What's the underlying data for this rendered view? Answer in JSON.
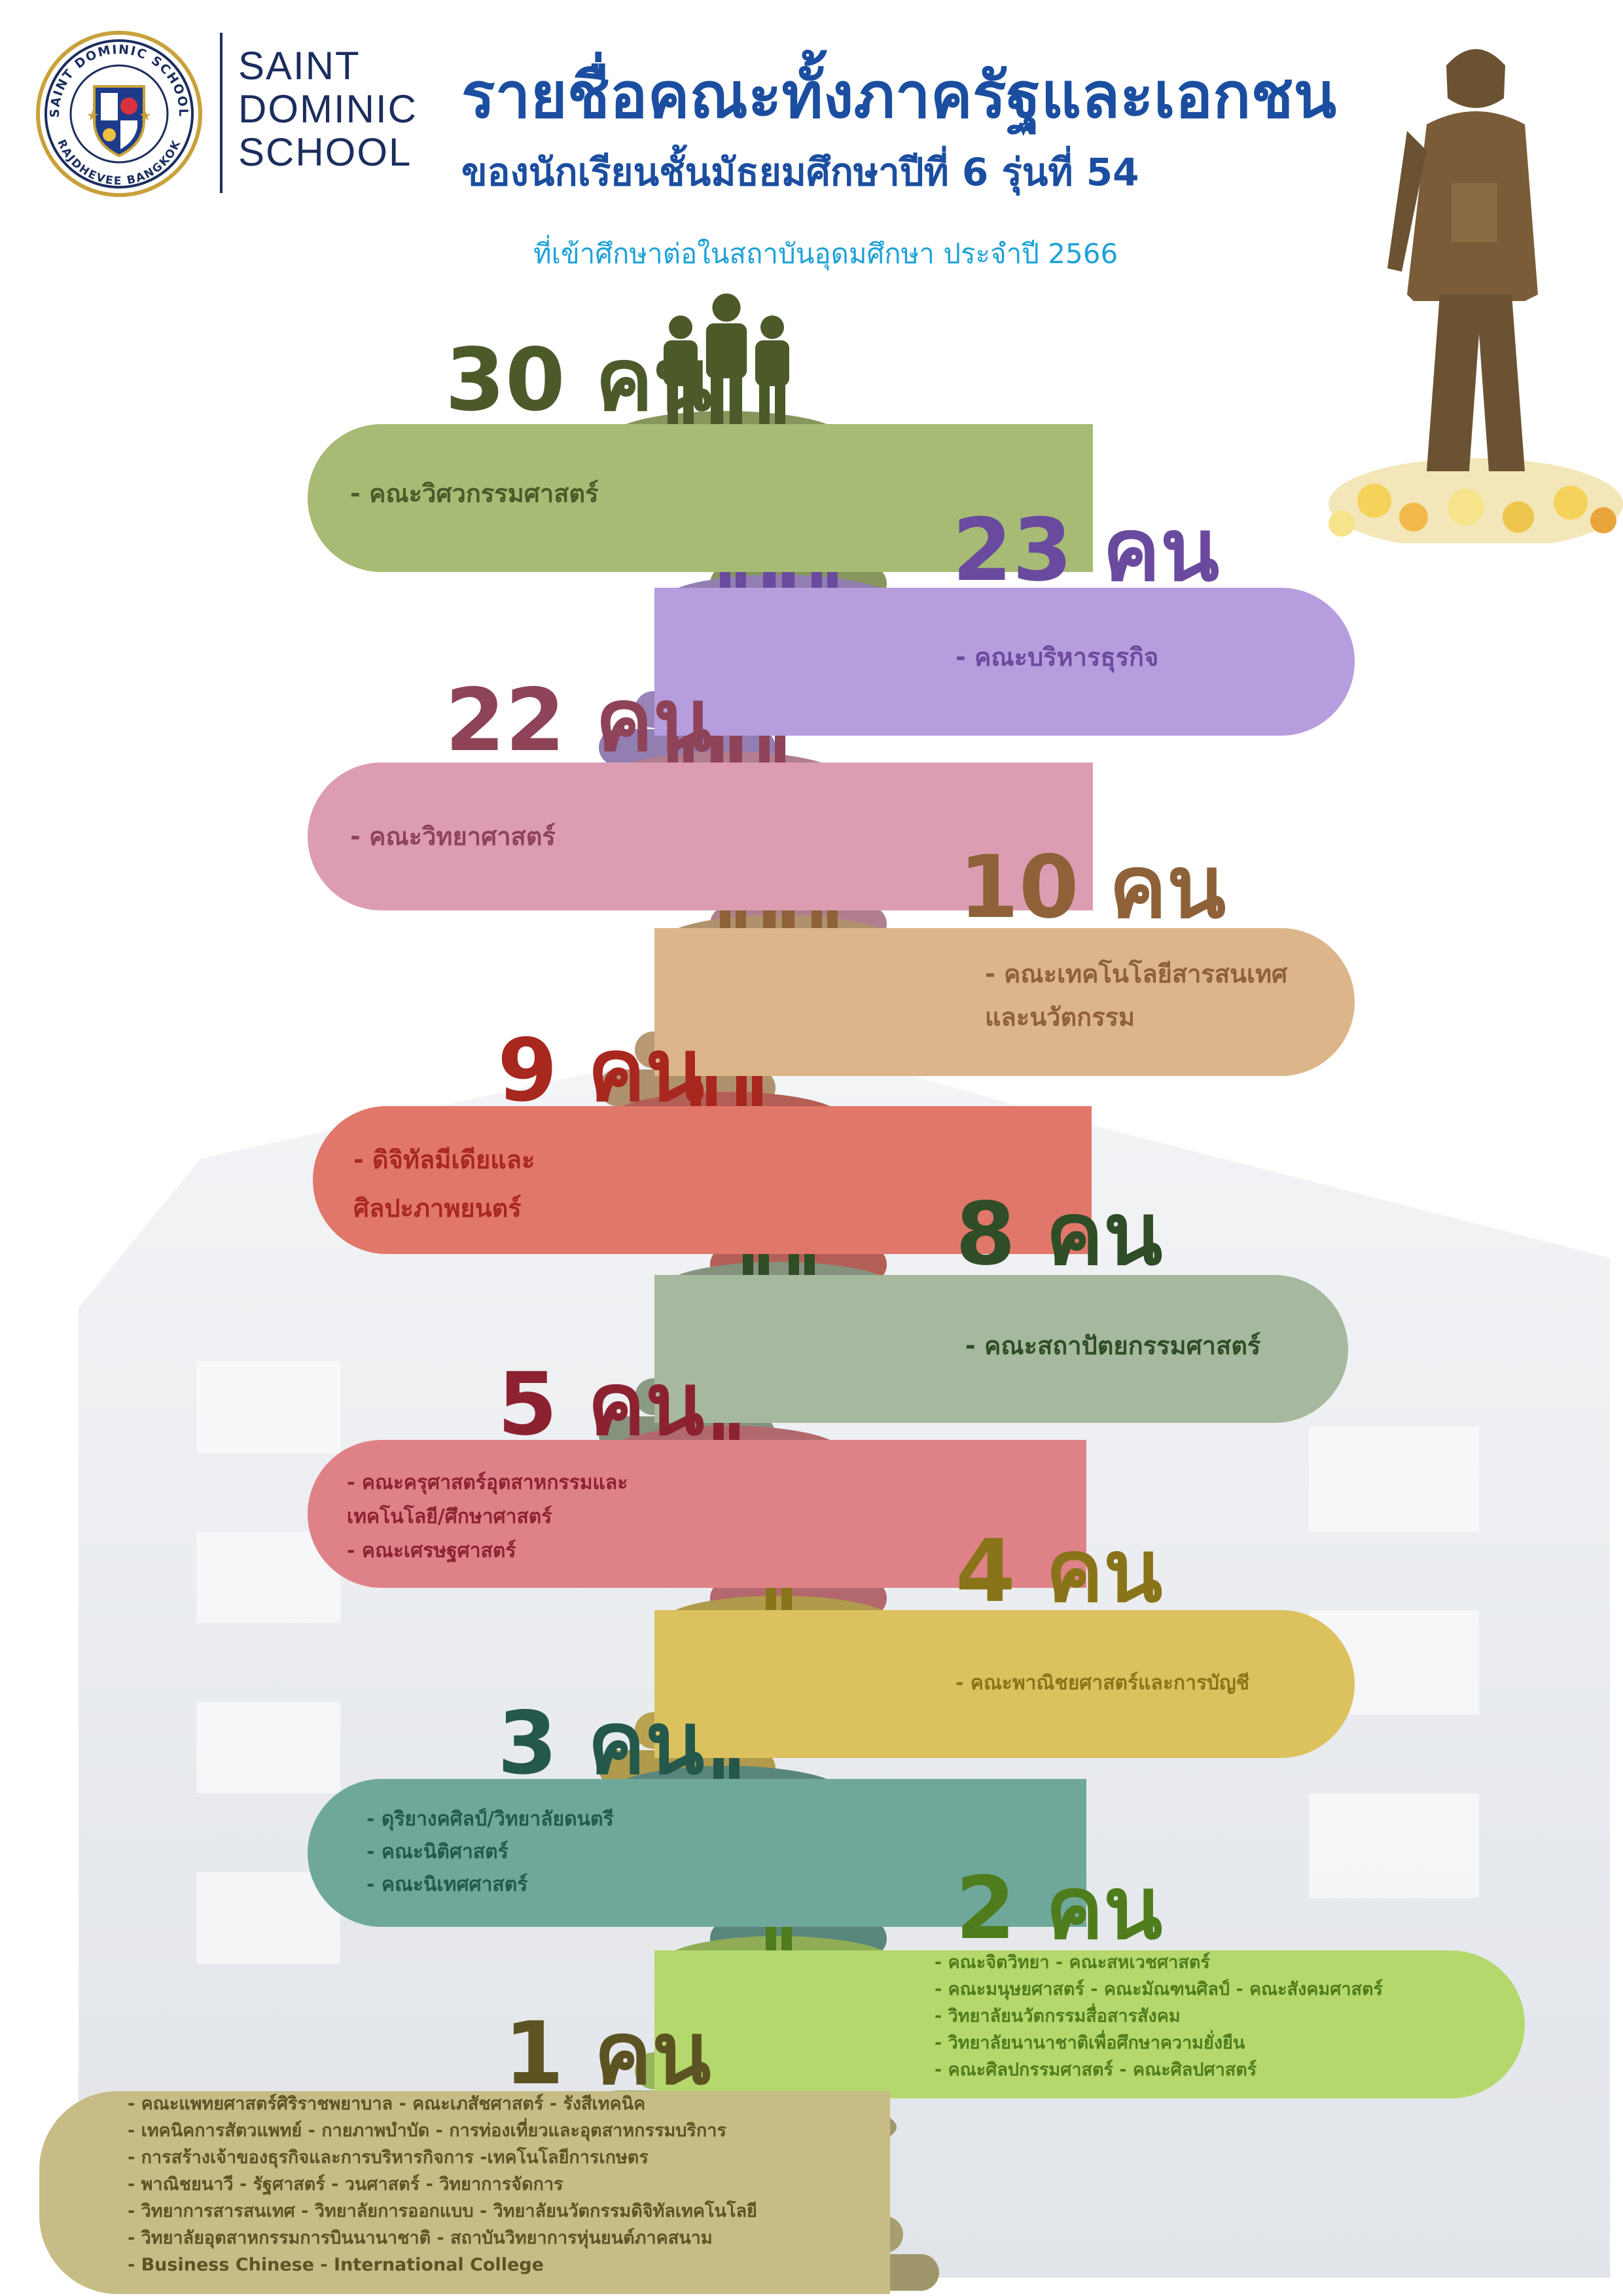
{
  "header": {
    "school_name_lines": [
      "SAINT",
      "DOMINIC",
      "SCHOOL"
    ],
    "logo_ring_top": "SAINT DOMINIC SCHOOL",
    "logo_ring_bottom": "RAJDHEVEE BANGKOK",
    "title_main": "รายชื่อคณะทั้งภาครัฐและเอกชน",
    "title_sub": "ของนักเรียนชั้นมัธยมศึกษาปีที่ 6 รุ่นที่ 54",
    "title_note": "ที่เข้าศึกษาต่อในสถาบันอุดมศึกษา ประจำปี 2566"
  },
  "colors": {
    "navy": "#1c2d5e",
    "title_blue": "#1b4ea0",
    "note_cyan": "#1ea2d8"
  },
  "steps": [
    {
      "count": "30 คน",
      "items": [
        "- คณะวิศวกรรมศาสตร์"
      ],
      "color": "#a7bb74",
      "text": "#4c5a2a",
      "figures": 3
    },
    {
      "count": "23 คน",
      "items": [
        "- คณะบริหารธุรกิจ"
      ],
      "color": "#b69ddd",
      "text": "#6a4a9e",
      "figures": 3
    },
    {
      "count": "22 คน",
      "items": [
        "- คณะวิทยาศาสตร์"
      ],
      "color": "#dc9db2",
      "text": "#8e4359",
      "figures": 3
    },
    {
      "count": "10 คน",
      "items": [
        "- คณะเทคโนโลยีสารสนเทศ",
        "และนวัตกรรม"
      ],
      "color": "#dcb58a",
      "text": "#8e6138",
      "figures": 3
    },
    {
      "count": "9 คน",
      "items": [
        "- ดิจิทัลมีเดียและ",
        "ศิลปะภาพยนตร์"
      ],
      "color": "#e1776a",
      "text": "#a8271e",
      "figures": 2
    },
    {
      "count": "8 คน",
      "items": [
        "- คณะสถาปัตยกรรมศาสตร์"
      ],
      "color": "#a6b89d",
      "text": "#2f4d26",
      "figures": 2
    },
    {
      "count": "5 คน",
      "items": [
        "- คณะครุศาสตร์อุตสาหกรรมและ",
        "เทคโนโลยี/ศึกษาศาสตร์",
        "- คณะเศรษฐศาสตร์"
      ],
      "color": "#df8288",
      "text": "#8c2230",
      "figures": 1
    },
    {
      "count": "4 คน",
      "items": [
        "- คณะพาณิชยศาสตร์และการบัญชี"
      ],
      "color": "#dcc15f",
      "text": "#8a7419",
      "figures": 1
    },
    {
      "count": "3 คน",
      "items": [
        "- ดุริยางคศิลป์/วิทยาลัยดนตรี",
        "- คณะนิติศาสตร์",
        "- คณะนิเทศศาสตร์"
      ],
      "color": "#6fa89a",
      "text": "#24584c",
      "figures": 1
    },
    {
      "count": "2 คน",
      "items": [
        "- คณะจิตวิทยา - คณะสหเวชศาสตร์",
        "- คณะมนุษยศาสตร์ - คณะมัณฑนศิลป์ - คณะสังคมศาสตร์",
        "- วิทยาลัยนวัตกรรมสื่อสารสังคม",
        "- วิทยาลัยนานาชาติเพื่อศึกษาความยั่งยืน",
        "- คณะศิลปกรรมศาสตร์ - คณะศิลปศาสตร์"
      ],
      "color": "#b4d86c",
      "text": "#4f7c1c",
      "figures": 1
    },
    {
      "count": "1 คน",
      "items": [
        "- คณะแพทยศาสตร์ศิริราชพยาบาล - คณะเภสัชศาสตร์ - รังสีเทคนิค",
        "- เทคนิคการสัตวแพทย์ - กายภาพบำบัด - การท่องเที่ยวและอุตสาหกรรมบริการ",
        "- การสร้างเจ้าของธุรกิจและการบริหารกิจการ -เทคโนโลยีการเกษตร",
        "- พาณิชยนาวี - รัฐศาสตร์ - วนศาสตร์ - วิทยาการจัดการ",
        "- วิทยาการสารสนเทศ - วิทยาลัยการออกแบบ - วิทยาลัยนวัตกรรมดิจิทัลเทคโนโลยี",
        "- วิทยาลัยอุตสาหกรรมการบินนานาชาติ - สถาบันวิทยาการหุ่นยนต์ภาคสนาม",
        "- Business Chinese - International College"
      ],
      "color": "#c7bc86",
      "text": "#5c5322",
      "figures": 1
    }
  ]
}
